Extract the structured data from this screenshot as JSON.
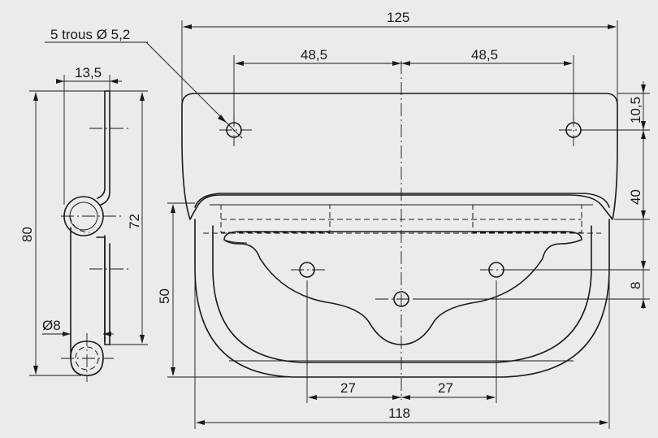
{
  "annotations": {
    "holes_note": "5 trous Ø 5,2"
  },
  "dimensions": {
    "overall_width": "125",
    "hole_spacing_left": "48,5",
    "hole_spacing_right": "48,5",
    "plate_hole_offset": "10,5",
    "plate_height": "40",
    "lower_hole_offset": "8",
    "handle_depth": "50",
    "lower_spacing_left": "27",
    "lower_spacing_right": "27",
    "handle_width": "118",
    "side_thickness": "13,5",
    "side_total_height": "80",
    "side_inner_height": "72",
    "rod_diameter": "Ø8"
  }
}
